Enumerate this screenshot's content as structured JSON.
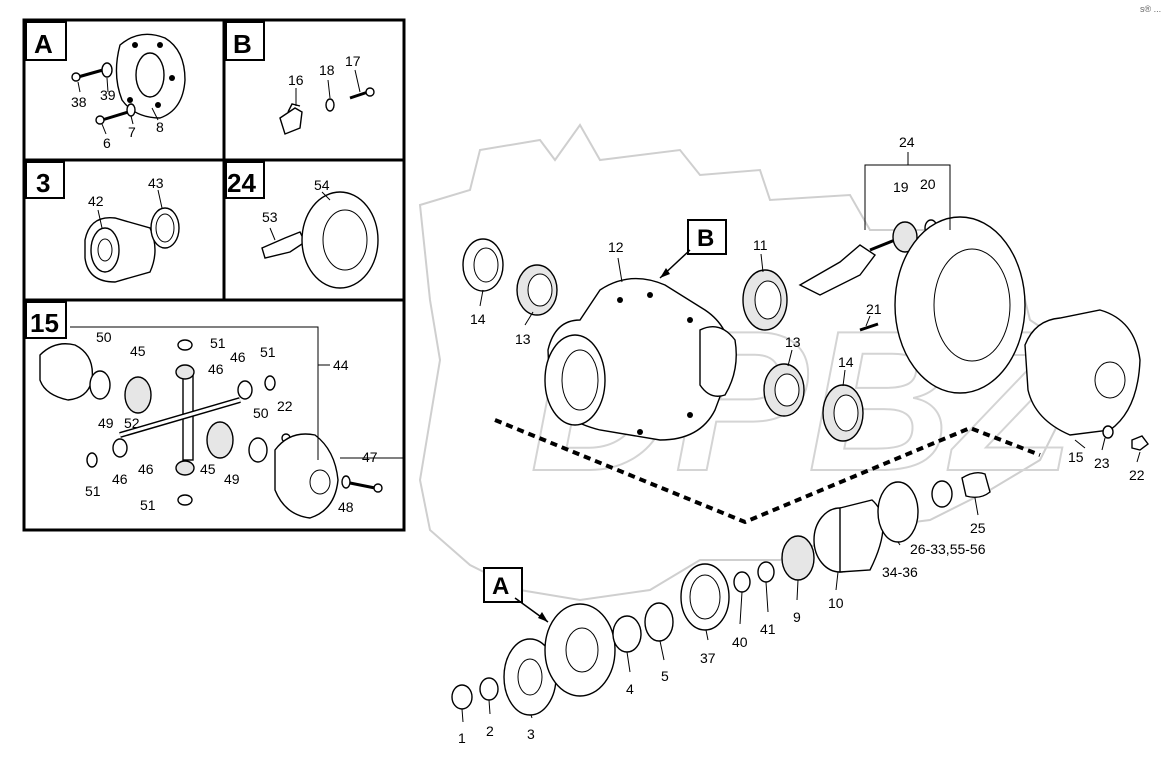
{
  "watermark_text": "DPBZ",
  "corner_mark": "s® ...",
  "inset_panels": [
    {
      "id": "A",
      "title": "A",
      "labels": [
        "38",
        "39",
        "6",
        "7",
        "8"
      ]
    },
    {
      "id": "B",
      "title": "B",
      "labels": [
        "16",
        "18",
        "17"
      ]
    },
    {
      "id": "3",
      "title": "3",
      "labels": [
        "42",
        "43"
      ]
    },
    {
      "id": "24",
      "title": "24",
      "labels": [
        "53",
        "54"
      ]
    },
    {
      "id": "15",
      "title": "15",
      "labels": [
        "50",
        "51",
        "45",
        "46",
        "51",
        "46",
        "44",
        "49",
        "52",
        "22",
        "50",
        "51",
        "46",
        "46",
        "45",
        "49",
        "47",
        "51",
        "48"
      ]
    }
  ],
  "callouts": {
    "A": "A",
    "B": "B"
  },
  "main_labels": [
    "24",
    "19",
    "20",
    "12",
    "11",
    "14",
    "13",
    "21",
    "13",
    "14",
    "15",
    "23",
    "22",
    "25",
    "26-33,55-56",
    "34-36",
    "10",
    "9",
    "41",
    "40",
    "37",
    "5",
    "4",
    "3",
    "2",
    "1"
  ]
}
